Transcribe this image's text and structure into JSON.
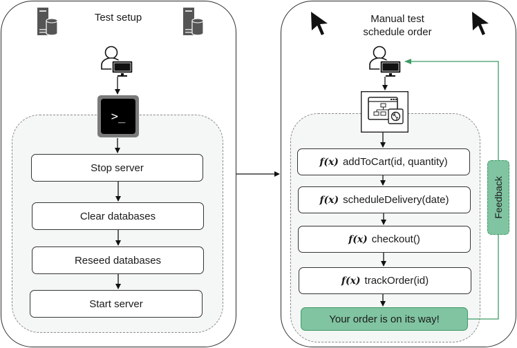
{
  "left_panel": {
    "title": "Test setup",
    "icons": [
      "server-database-icon",
      "user-computer-icon",
      "terminal-icon"
    ],
    "terminal_glyph": ">_",
    "steps": [
      {
        "label": "Stop server"
      },
      {
        "label": "Clear databases"
      },
      {
        "label": "Reseed databases"
      },
      {
        "label": "Start server"
      }
    ]
  },
  "right_panel": {
    "title_line1": "Manual test",
    "title_line2": "schedule order",
    "icons": [
      "mouse-cursor-icon",
      "user-computer-icon",
      "web-app-icon"
    ],
    "fx_label": "f(x)",
    "steps": [
      {
        "label": "addToCart(id, quantity)"
      },
      {
        "label": "scheduleDelivery(date)"
      },
      {
        "label": "checkout()"
      },
      {
        "label": "trackOrder(id)"
      }
    ],
    "result": "Your order is on its way!",
    "feedback_label": "Feedback"
  },
  "colors": {
    "accent_green": "#80c4a1",
    "accent_green_border": "#3e9b66",
    "feedback_line": "#3e9b66",
    "icon_gray": "#555555"
  }
}
